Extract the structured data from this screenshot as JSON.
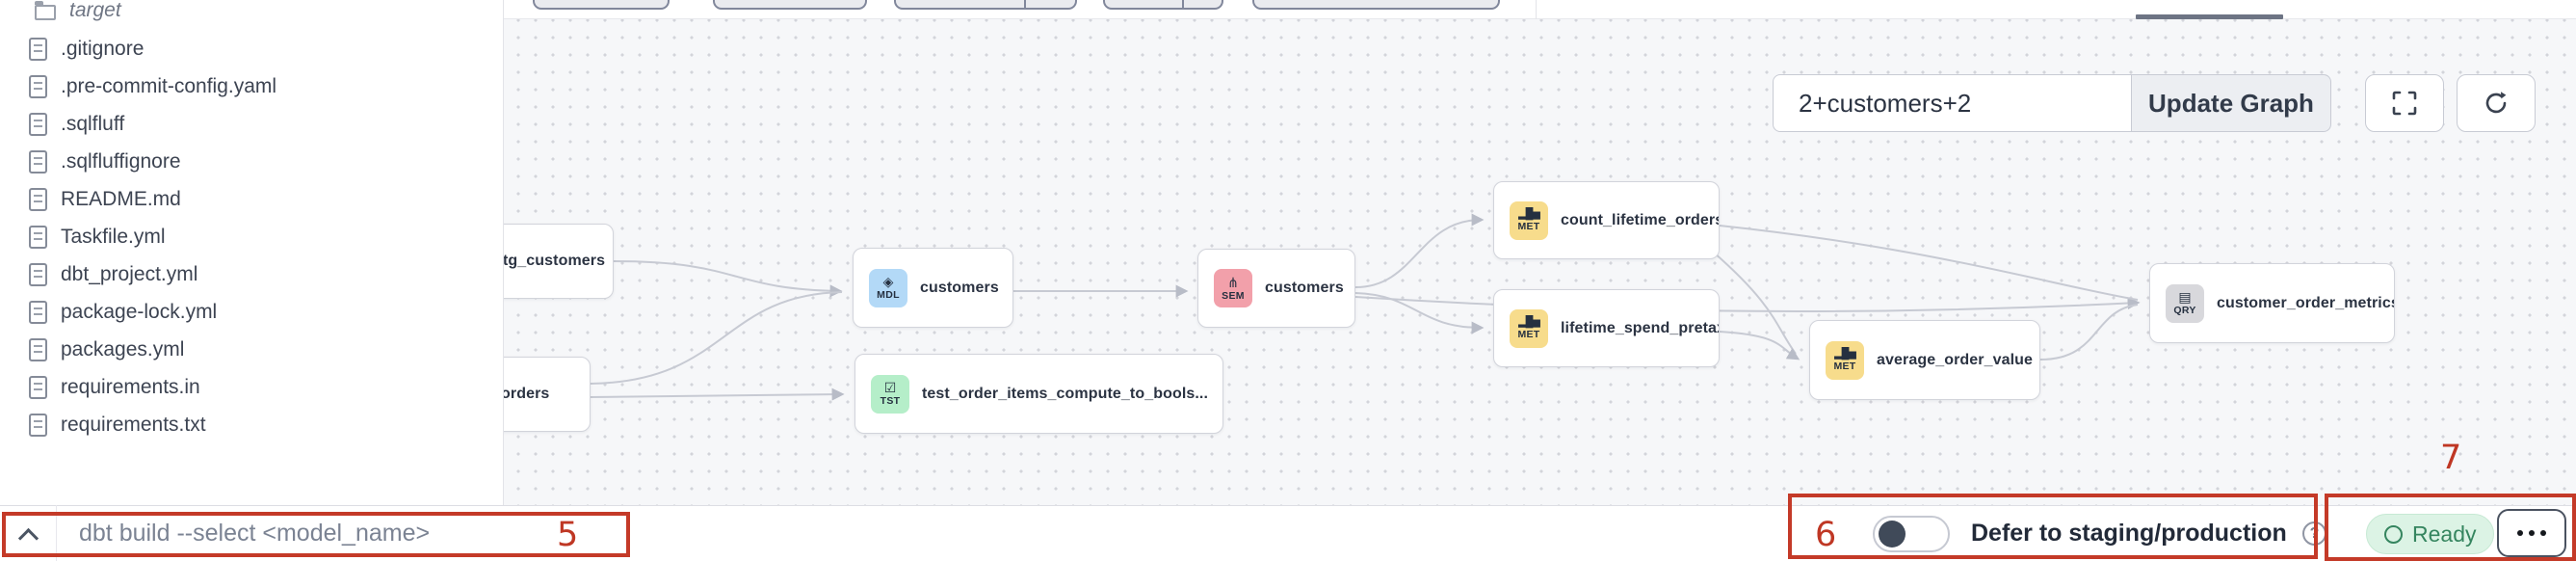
{
  "sidebar": {
    "folder_item": "target",
    "files": [
      ".gitignore",
      ".pre-commit-config.yaml",
      ".sqlfluff",
      ".sqlfluffignore",
      "README.md",
      "Taskfile.yml",
      "dbt_project.yml",
      "package-lock.yml",
      "packages.yml",
      "requirements.in",
      "requirements.txt"
    ]
  },
  "toolbar": {
    "selector_value": "2+customers+2",
    "update_graph_label": "Update Graph"
  },
  "graph": {
    "nodes": [
      {
        "id": "stg_customers",
        "label": "stg_customers",
        "type": ""
      },
      {
        "id": "orders",
        "label": "orders",
        "type": ""
      },
      {
        "id": "customers_model",
        "label": "customers",
        "type": "MDL"
      },
      {
        "id": "test_order_items",
        "label": "test_order_items_compute_to_bools...",
        "type": "TST"
      },
      {
        "id": "customers_semantic",
        "label": "customers",
        "type": "SEM"
      },
      {
        "id": "count_lifetime_orders",
        "label": "count_lifetime_orders",
        "type": "MET"
      },
      {
        "id": "lifetime_spend_pretax",
        "label": "lifetime_spend_pretax",
        "type": "MET"
      },
      {
        "id": "average_order_value",
        "label": "average_order_value",
        "type": "MET"
      },
      {
        "id": "customer_order_metrics",
        "label": "customer_order_metrics",
        "type": "QRY"
      }
    ]
  },
  "bottom_bar": {
    "command_placeholder": "dbt build --select <model_name>",
    "defer_toggle_label": "Defer to staging/production",
    "ready_status": "Ready"
  },
  "annotations": {
    "box5": "5",
    "box6": "6",
    "box7": "7"
  },
  "colors": {
    "annotation_red": "#c43a28",
    "canvas_bg": "#f6f7f9",
    "edge_gray": "#c7cad3",
    "mdl_badge": "#b3d9f7",
    "tst_badge": "#b5eec9",
    "sem_badge": "#f2a0aa",
    "met_badge": "#f7dc8c",
    "qry_badge": "#d8d8dc",
    "ready_bg": "#dcf3e5",
    "ready_text": "#35855f"
  }
}
